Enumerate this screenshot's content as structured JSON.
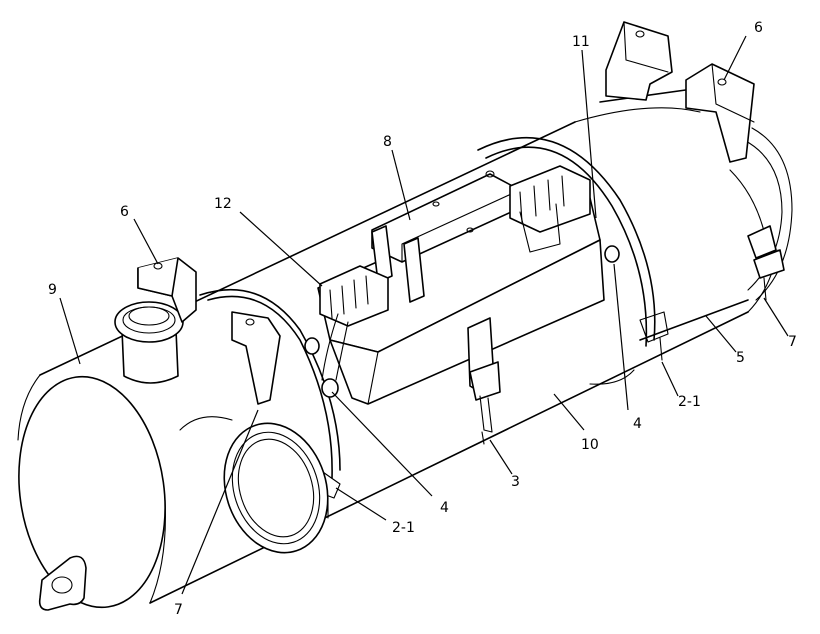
{
  "callouts": {
    "c_6_left": "6",
    "c_6_right": "6",
    "c_7_left": "7",
    "c_7_right": "7",
    "c_9": "9",
    "c_12": "12",
    "c_8": "8",
    "c_11": "11",
    "c_5": "5",
    "c_4_center": "4",
    "c_4_right": "4",
    "c_2_1_center": "2-1",
    "c_2_1_right": "2-1",
    "c_3": "3",
    "c_10": "10"
  }
}
